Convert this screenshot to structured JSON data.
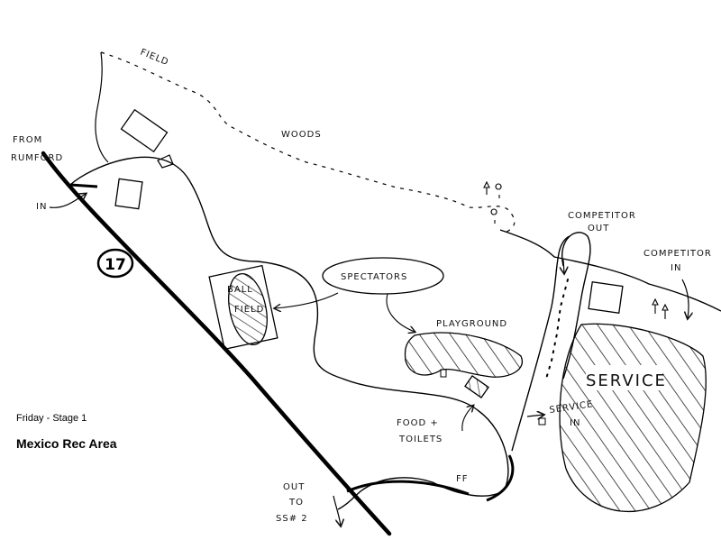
{
  "labels": {
    "from": "FROM",
    "rumford": "RUMFORD",
    "in": "IN",
    "field": "FIELD",
    "woods": "WOODS",
    "route_number": "17",
    "ball": "BALL",
    "field_ball": "FIELD",
    "spectators": "SPECTATORS",
    "playground": "PLAYGROUND",
    "food": "FOOD +",
    "toilets": "TOILETS",
    "out": "OUT",
    "to": "TO",
    "ss2": "SS# 2",
    "ff": "FF",
    "competitor_out_1": "COMPETITOR",
    "competitor_out_2": "OUT",
    "competitor_in_1": "COMPETITOR",
    "competitor_in_2": "IN",
    "service": "SERVICE",
    "service_in_1": "SERVICE",
    "service_in_2": "IN"
  },
  "caption": {
    "stage": "Friday - Stage 1",
    "title": "Mexico Rec Area"
  }
}
